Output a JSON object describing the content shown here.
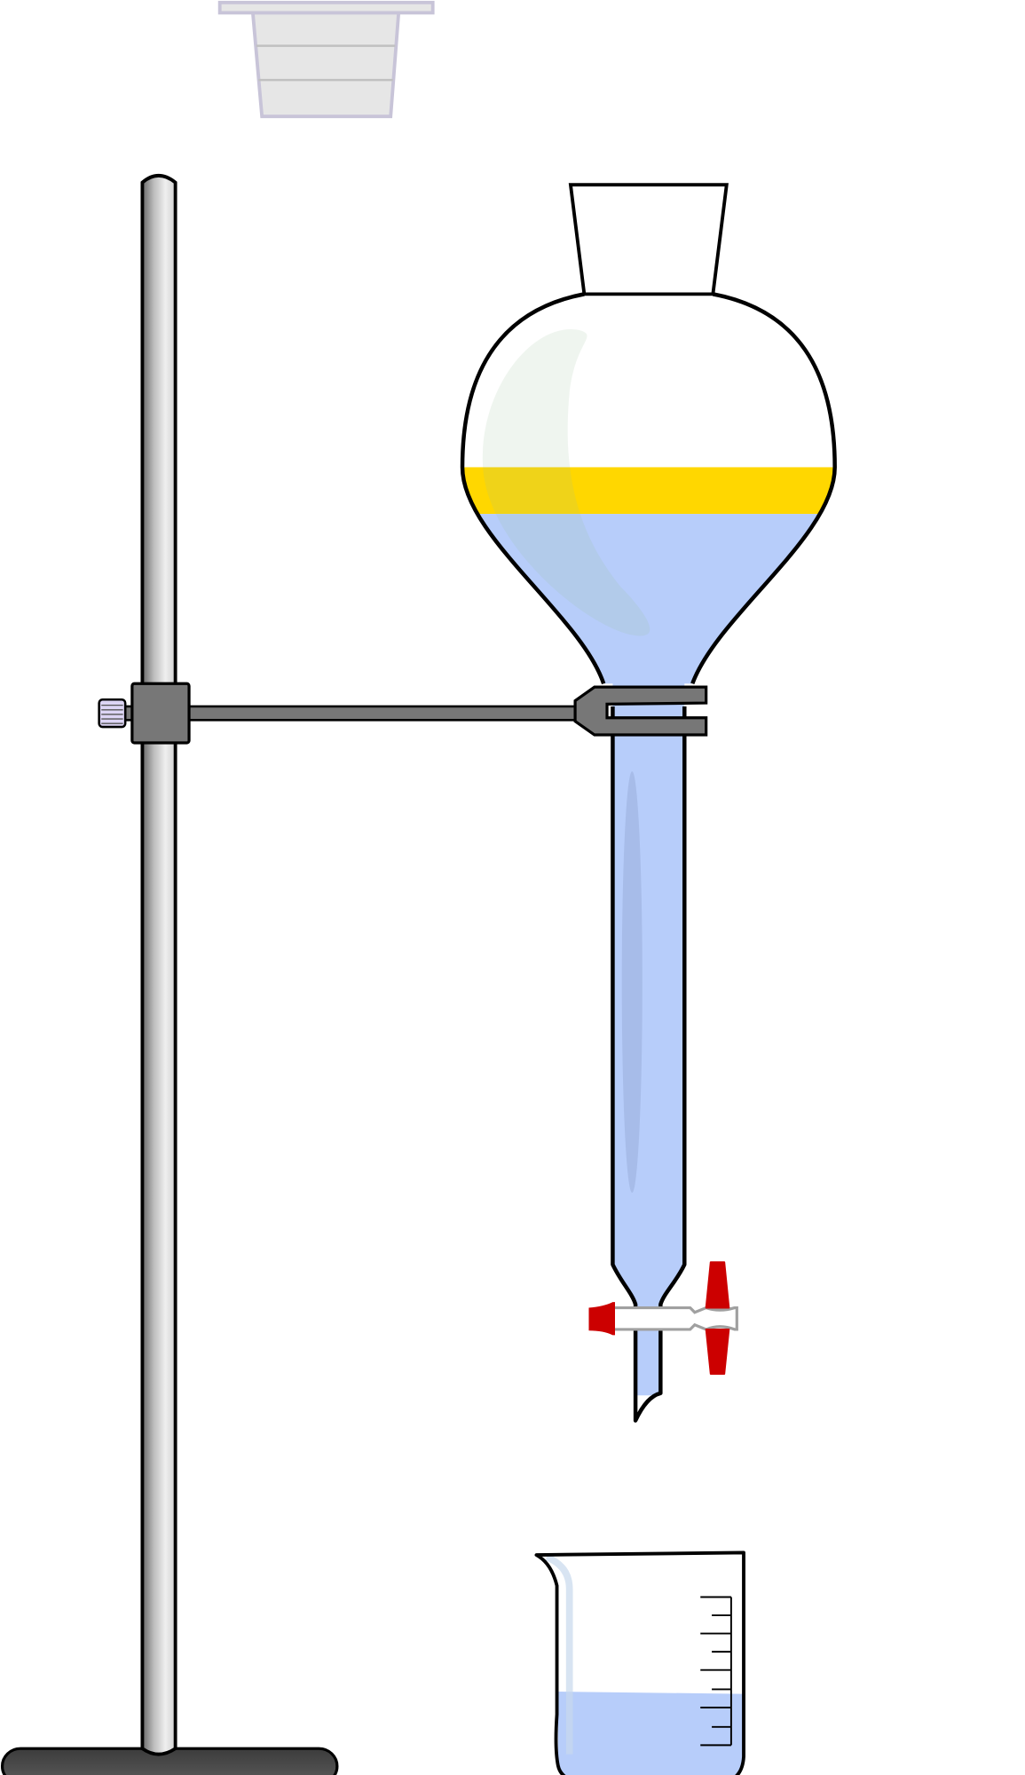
{
  "diagram": {
    "subject": "separatory-funnel-apparatus",
    "components": [
      "retort-stand",
      "clamp",
      "separatory-funnel",
      "stopper",
      "stopcock",
      "receiving-beaker",
      "spare-beaker"
    ]
  },
  "colors": {
    "upper_layer": "#ffd700",
    "lower_layer": "#b7cdfa",
    "stopcock_red": "#cc0000",
    "clamp_gray": "#777777",
    "base_dark": "#4d4d4d",
    "knob": "#ddd5f5"
  },
  "layers": {
    "upper_layer_fraction_of_bulb": 0.2,
    "beaker_fill_fraction": 0.4
  }
}
